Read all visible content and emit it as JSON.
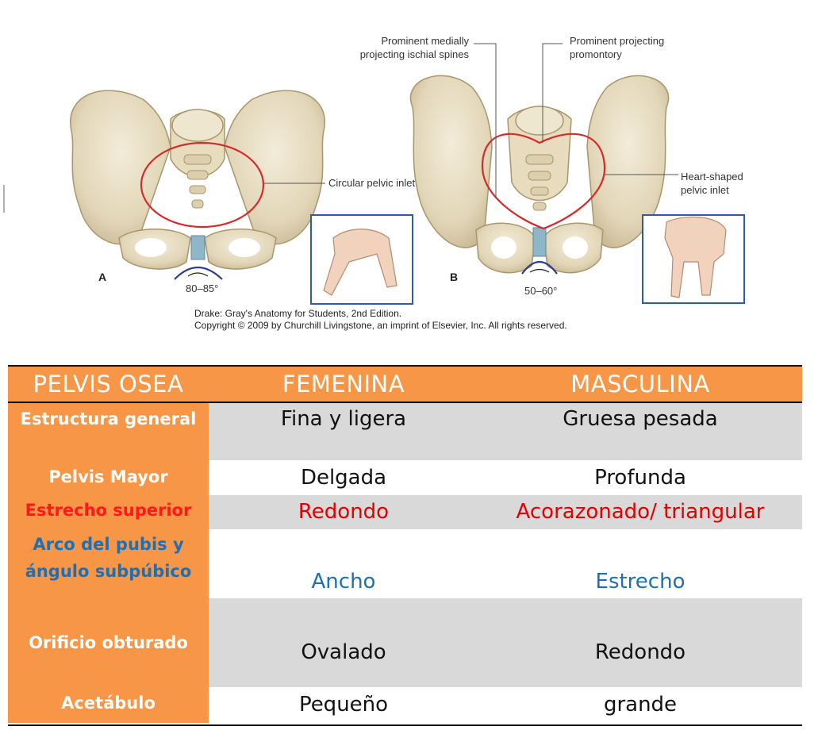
{
  "figure": {
    "labels": {
      "ischial": "Prominent medially\nprojecting ischial spines",
      "promontory": "Prominent projecting\npromontory",
      "circular": "Circular pelvic inlet",
      "heart": "Heart-shaped\npelvic inlet",
      "angle_a": "80–85°",
      "angle_b": "50–60°",
      "panel_a": "A",
      "panel_b": "B"
    },
    "credit_line1": "Drake: Gray's Anatomy for Students, 2nd Edition.",
    "credit_line2": "Copyright © 2009 by Churchill Livingstone, an imprint of Elsevier, Inc. All rights reserved."
  },
  "table": {
    "headers": [
      "PELVIS OSEA",
      "FEMENINA",
      "MASCULINA"
    ],
    "rows": [
      {
        "label": "Estructura general",
        "femenina": "Fina y ligera",
        "masculina": "Gruesa pesada"
      },
      {
        "label": "Pelvis Mayor",
        "femenina": "Delgada",
        "masculina": "Profunda"
      },
      {
        "label": "Estrecho superior",
        "femenina": "Redondo",
        "masculina": "Acorazonado/ triangular"
      },
      {
        "label": "Arco del pubis y ángulo subpúbico",
        "femenina": "Ancho",
        "masculina": "Estrecho"
      },
      {
        "label": "Orificio obturado",
        "femenina": "Ovalado",
        "masculina": "Redondo"
      },
      {
        "label": "Acetábulo",
        "femenina": "Pequeño",
        "masculina": "grande"
      }
    ]
  },
  "colors": {
    "header_orange": "#f79646",
    "row_gray": "#d9d9d9",
    "red_text": "#e00000",
    "blue_text": "#1f6fb4",
    "bone": "#e7dcc0",
    "inlet_outline": "#d62a2a",
    "symphysis": "#8fb6c8"
  }
}
